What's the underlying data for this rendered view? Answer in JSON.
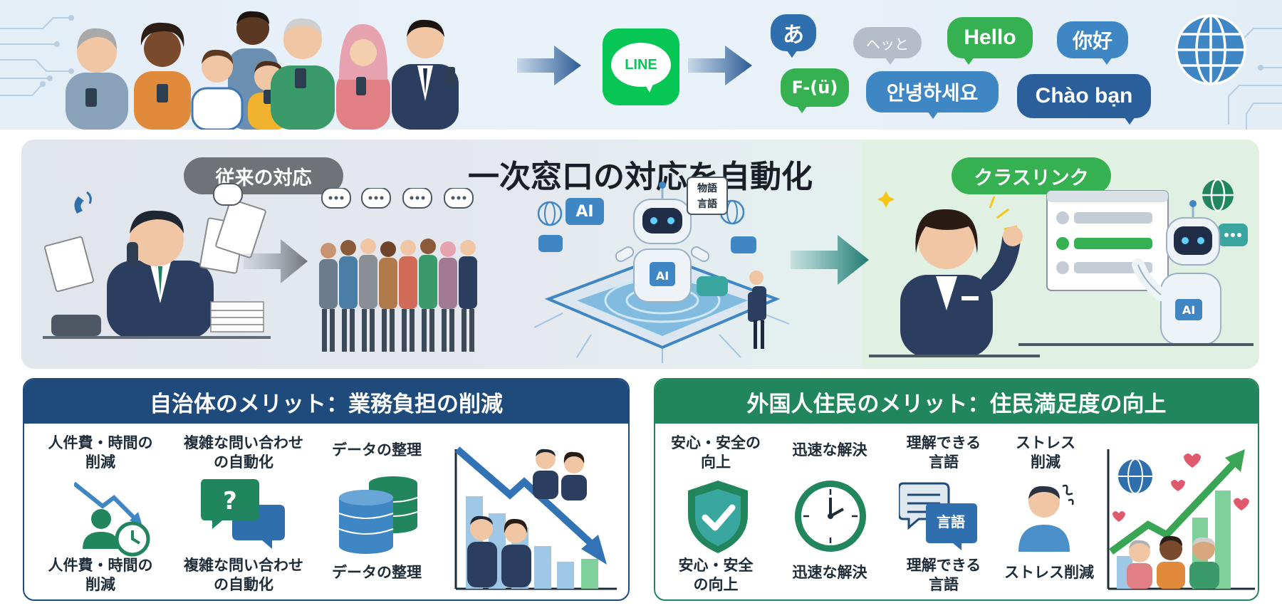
{
  "top": {
    "app_logo": "LINE",
    "greetings": {
      "a": "あ",
      "hetto": "ヘッと",
      "hello": "Hello",
      "nihao": "你好",
      "ftu": "F-(ü)",
      "annyeong": "안녕하세요",
      "chao": "Chào bạn"
    }
  },
  "middle": {
    "title": "一次窓口の対応を自動化",
    "before_label": "従来の対応",
    "after_label": "クラスリンク",
    "ai_tag": "AI",
    "lang_tag_line1": "物語",
    "lang_tag_line2": "言語",
    "robot_badge": "AI",
    "robot2_badge": "AI"
  },
  "panel_left": {
    "heading": "自治体のメリット：業務負担の削減",
    "items": [
      {
        "top": "人件費・時間の\n削減",
        "bottom": "人件費・時間の\n削減"
      },
      {
        "top": "複雑な問い合わせ\nの自動化",
        "bottom": "複雑な問い合わせ\nの自動化"
      },
      {
        "top": "データの整理",
        "bottom": "データの整理"
      }
    ],
    "chart_trend": "down"
  },
  "panel_right": {
    "heading": "外国人住民のメリット：住民満足度の向上",
    "items": [
      {
        "top": "安心・安全の\n向上",
        "bottom": "安心・安全\nの向上"
      },
      {
        "top": "迅速な解決",
        "bottom": "迅速な解決"
      },
      {
        "top": "理解できる\n言語",
        "bottom": "理解できる\n言語"
      },
      {
        "top": "ストレス\n削減",
        "bottom": "ストレス削減"
      }
    ],
    "lang_tag": "言語",
    "chart_trend": "up"
  },
  "colors": {
    "navy": "#1f4a7c",
    "green": "#21865d",
    "line_green": "#06c755",
    "blue": "#2f6fad",
    "gray_pill": "#6f7377",
    "bright_green": "#35b152"
  }
}
